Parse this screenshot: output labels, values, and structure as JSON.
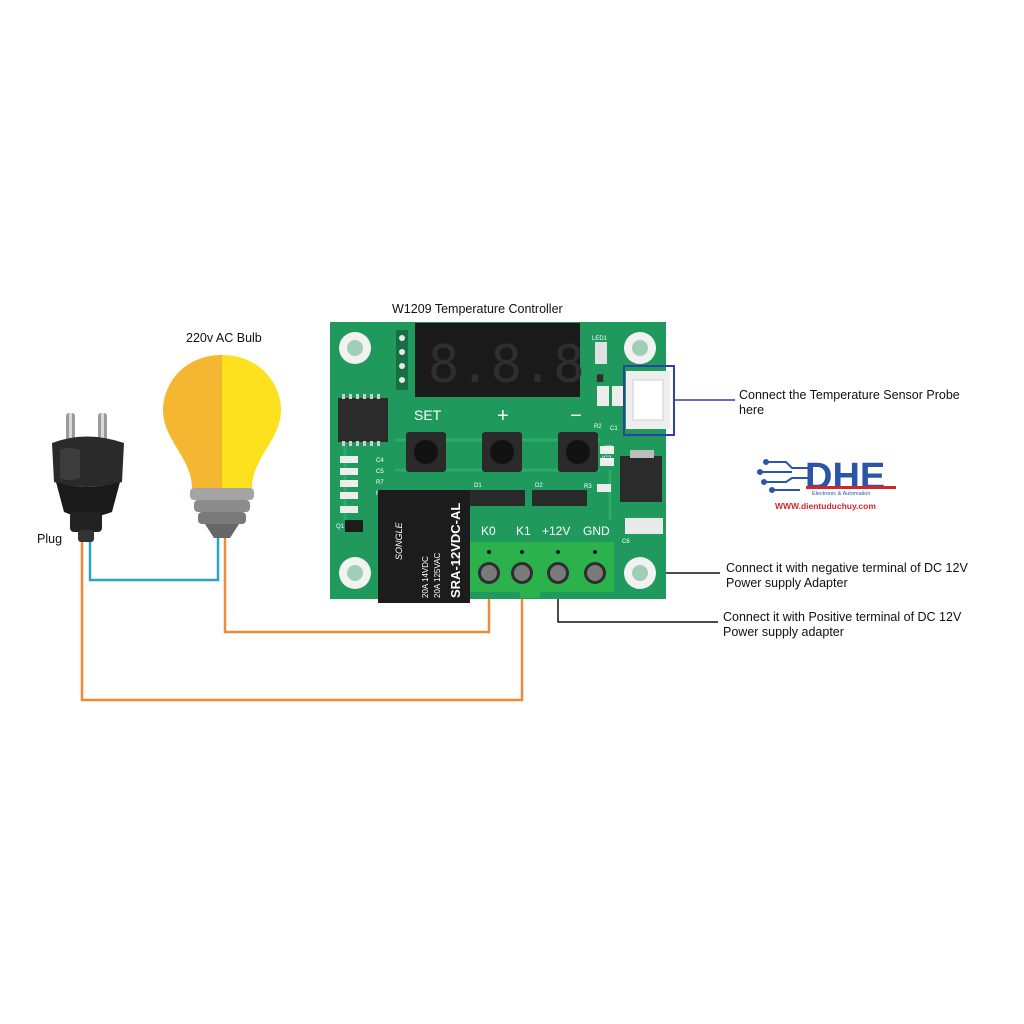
{
  "labels": {
    "controller_title": "W1209 Temperature Controller",
    "bulb": "220v AC Bulb",
    "plug": "Plug",
    "sensor_note_1": "Connect the Temperature Sensor Probe",
    "sensor_note_2": "here",
    "negative_note_1": "Connect it with negative terminal of DC 12V",
    "negative_note_2": "Power supply Adapter",
    "positive_note_1": "Connect it with Positive terminal of DC 12V",
    "positive_note_2": "Power supply adapter"
  },
  "board": {
    "button_set": "SET",
    "button_plus": "+",
    "button_minus": "−",
    "led_label": "LED1",
    "terminal_k0": "K0",
    "terminal_k1": "K1",
    "terminal_12v": "+12V",
    "terminal_gnd": "GND",
    "relay_brand": "SONGLE",
    "relay_model": "SRA-12VDC-AL",
    "relay_rating_1": "20A 14VDC",
    "relay_rating_2": "20A 125VAC",
    "diode_1": "D1",
    "diode_2": "D2",
    "components": [
      "C4",
      "C5",
      "R7",
      "R1",
      "Q1",
      "R2",
      "C1",
      "C7",
      "IC2",
      "R3",
      "C6"
    ]
  },
  "logo": {
    "brand": "DHE",
    "tagline": "Electronic & Automation",
    "website": "WWW.dientuduchuy.com"
  },
  "colors": {
    "pcb": "#1f9a5c",
    "wire_orange": "#f08a34",
    "wire_blue": "#2aa3c9",
    "bulb_left": "#f5b731",
    "bulb_right": "#fde11e",
    "logo_blue": "#2b56a8",
    "logo_red": "#d2262b",
    "sensor_box": "#2e3fa8",
    "terminal_green": "#2bb24c"
  }
}
